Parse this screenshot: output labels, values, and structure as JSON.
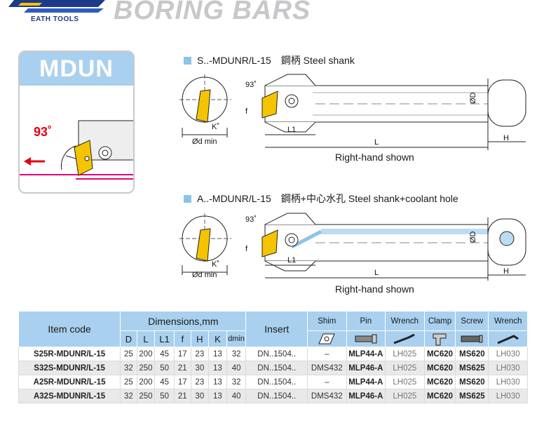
{
  "header": {
    "brand": "EATH TOOLS",
    "title": "BORING BARS"
  },
  "type_card": {
    "code": "MDUN",
    "angle": "93˚"
  },
  "section1": {
    "label": "S..-MDUNR/L-15　鋼柄 Steel shank",
    "angle": "93˚",
    "labels": {
      "f": "f",
      "k": "K˚",
      "dmin": "Ød min",
      "l1": "L1",
      "l": "L",
      "d": "ØD",
      "h": "H"
    },
    "caption": "Right-hand shown"
  },
  "section2": {
    "label": "A..-MDUNR/L-15　鋼柄+中心水孔 Steel shank+coolant hole",
    "angle": "93˚",
    "labels": {
      "f": "f",
      "k": "K˚",
      "dmin": "Ød min",
      "l1": "L1",
      "l": "L",
      "d": "ØD",
      "h": "H"
    },
    "caption": "Right-hand shown"
  },
  "table": {
    "headers": {
      "item_code": "Item code",
      "dimensions": "Dimensions,mm",
      "dim_cols": [
        "D",
        "L",
        "L1",
        "f",
        "H",
        "K",
        "dmin"
      ],
      "insert": "Insert",
      "shim": "Shim",
      "pin": "Pin",
      "wrench": "Wrench",
      "clamp": "Clamp",
      "screw": "Screw",
      "wrench2": "Wrench"
    },
    "rows": [
      {
        "code": "S25R-MDUNR/L-15",
        "dims": [
          "25",
          "200",
          "45",
          "17",
          "23",
          "13",
          "32"
        ],
        "insert": "DN..1504..",
        "shim": "–",
        "pin": "MLP44-A",
        "wrench": "LH025",
        "clamp": "MC620",
        "screw": "MS620",
        "wrench2": "LH030"
      },
      {
        "code": "S32S-MDUNR/L-15",
        "dims": [
          "32",
          "250",
          "50",
          "21",
          "30",
          "13",
          "40"
        ],
        "insert": "DN..1504..",
        "shim": "DMS432",
        "pin": "MLP46-A",
        "wrench": "LH025",
        "clamp": "MC620",
        "screw": "MS625",
        "wrench2": "LH030"
      },
      {
        "code": "A25R-MDUNR/L-15",
        "dims": [
          "25",
          "200",
          "45",
          "17",
          "23",
          "13",
          "32"
        ],
        "insert": "DN..1504..",
        "shim": "–",
        "pin": "MLP44-A",
        "wrench": "LH025",
        "clamp": "MC620",
        "screw": "MS620",
        "wrench2": "LH030"
      },
      {
        "code": "A32S-MDUNR/L-15",
        "dims": [
          "32",
          "250",
          "50",
          "21",
          "30",
          "13",
          "40"
        ],
        "insert": "DN..1504..",
        "shim": "DMS432",
        "pin": "MLP46-A",
        "wrench": "LH025",
        "clamp": "MC620",
        "screw": "MS625",
        "wrench2": "LH030"
      }
    ]
  },
  "colors": {
    "accent_blue": "#a9d0ee",
    "insert_yellow": "#f5c400",
    "red": "#e60012",
    "magenta": "#e6007e"
  }
}
